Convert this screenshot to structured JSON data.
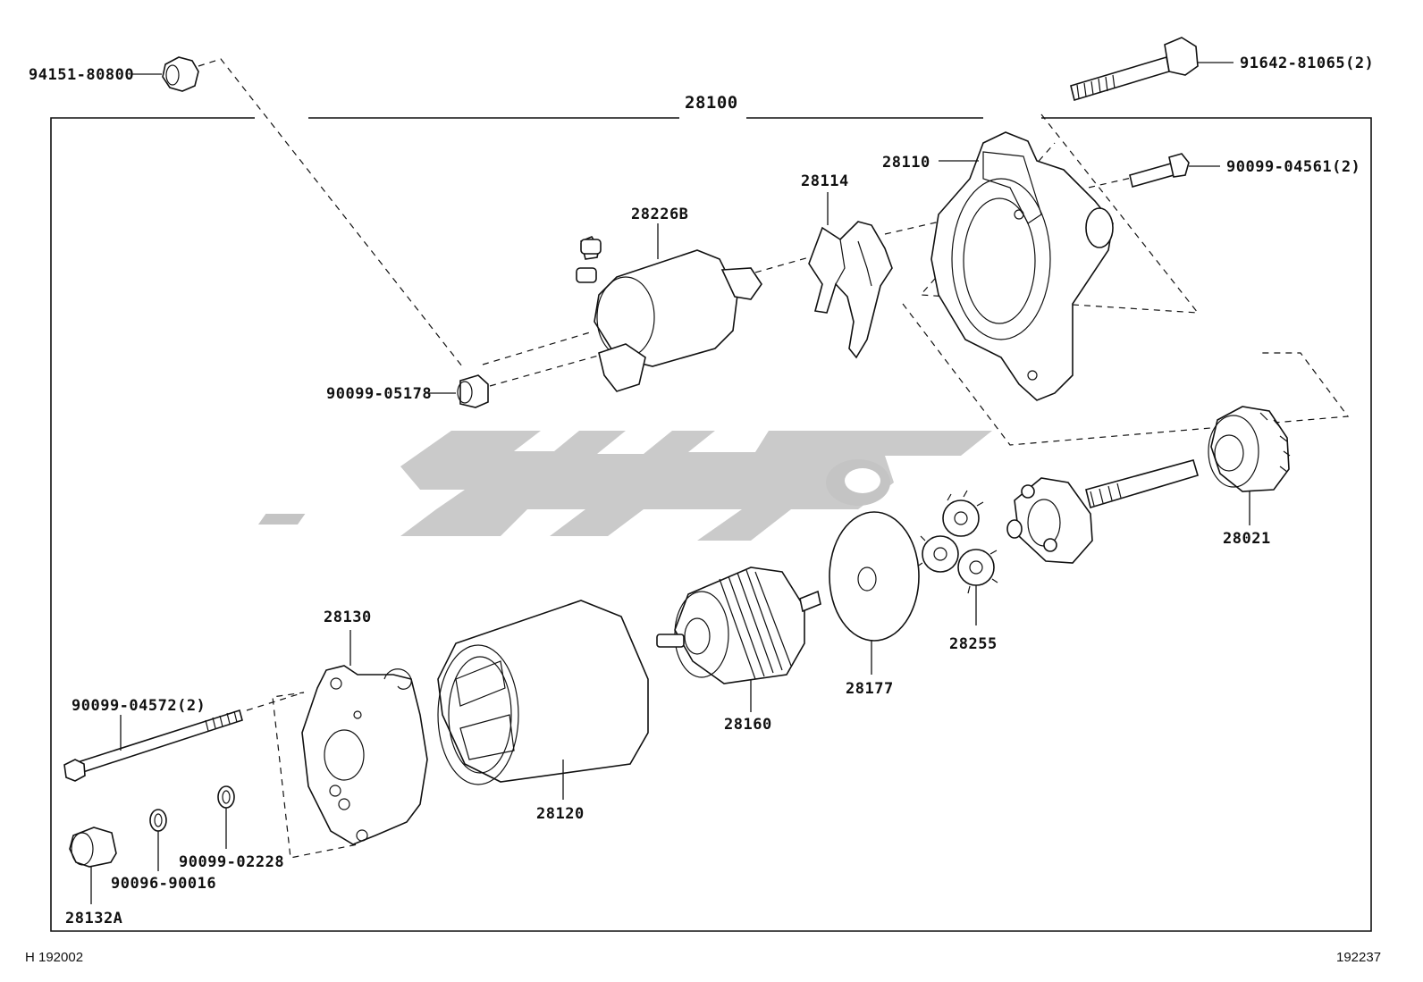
{
  "assembly_label": "28100",
  "parts": {
    "nut_top": "94151-80800",
    "bolt_top_right": "91642-81065(2)",
    "bolt_small_right": "90099-04561(2)",
    "housing": "28110",
    "lever": "28114",
    "solenoid": "28226B",
    "cap_nut": "90099-05178",
    "drive_pinion": "28021",
    "planetary_gears": "28255",
    "plate": "28177",
    "armature": "28160",
    "brush_holder": "28130",
    "yoke": "28120",
    "through_bolt": "90099-04572(2)",
    "washer_a": "90099-02228",
    "washer_b": "90096-90016",
    "end_cap": "28132A"
  },
  "footer": {
    "left_code": "H 192002",
    "right_code": "192237"
  },
  "watermark": "کوپارت"
}
